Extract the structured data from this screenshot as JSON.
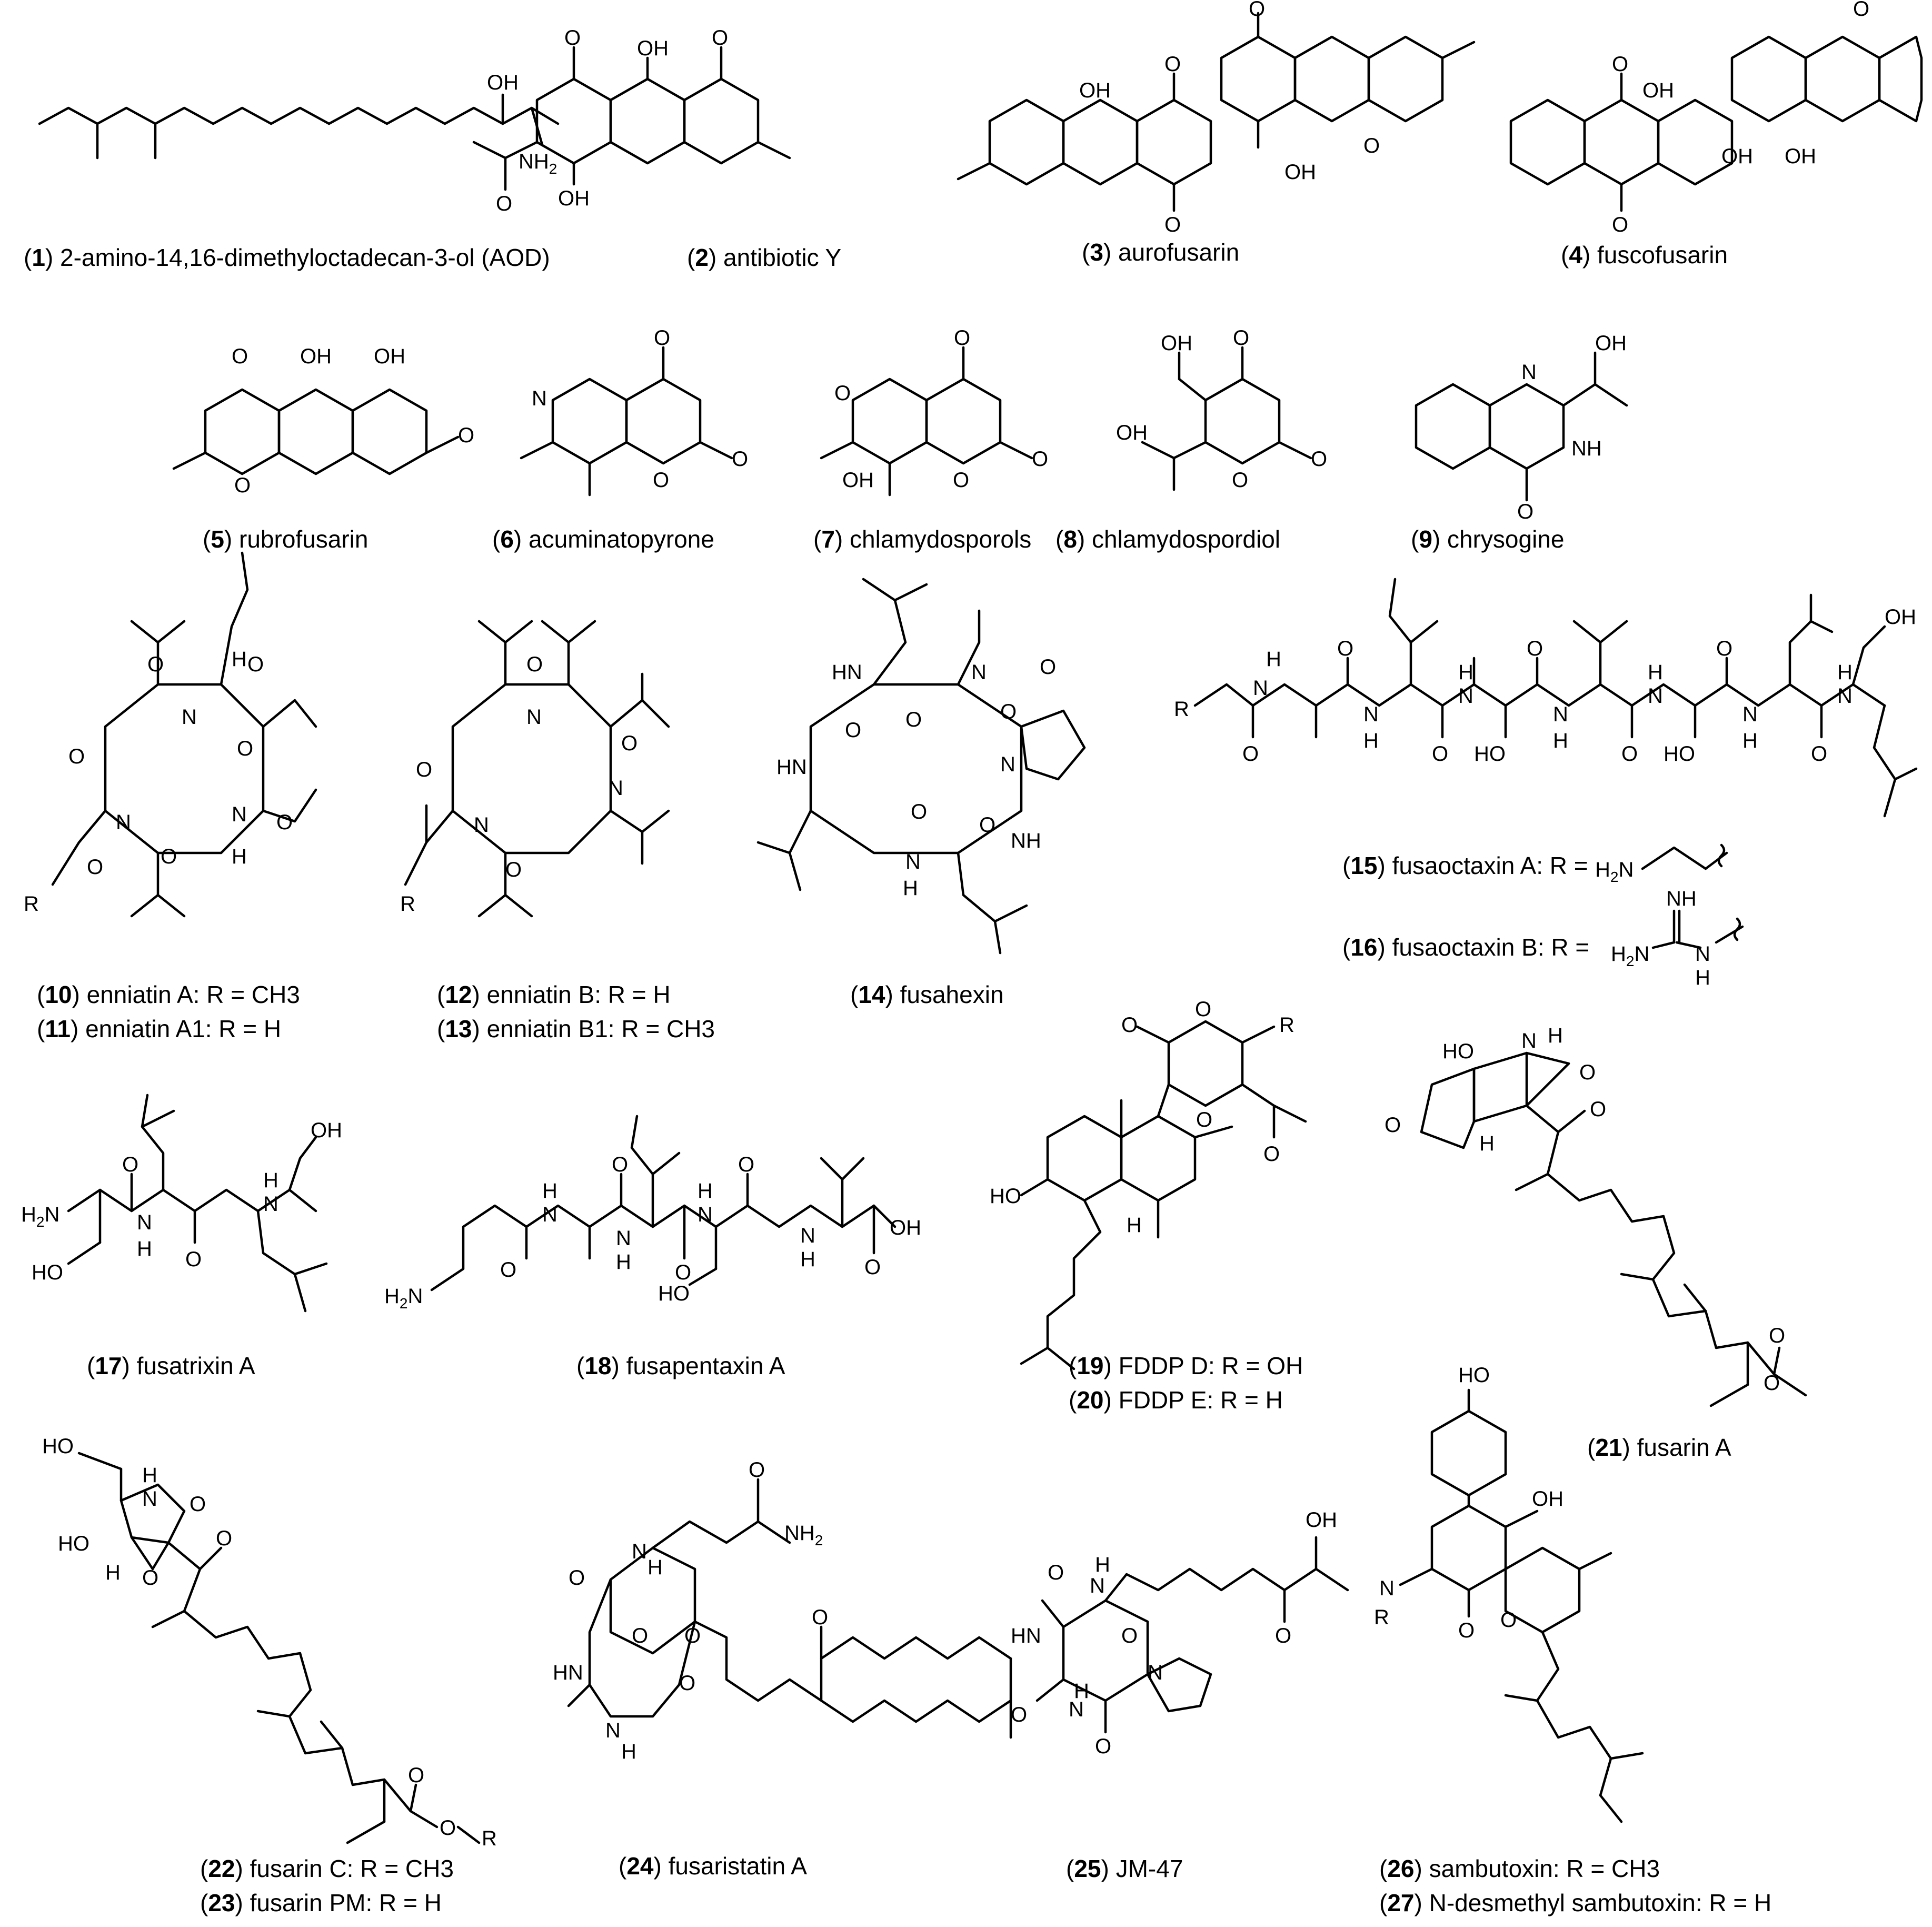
{
  "compounds": [
    {
      "num": "1",
      "prefix": ") ",
      "name": "2-amino-14,16-dimethyloctadecan-3-ol (AOD)"
    },
    {
      "num": "2",
      "prefix": ") ",
      "name": "antibiotic Y"
    },
    {
      "num": "3",
      "prefix": ") ",
      "name": "aurofusarin"
    },
    {
      "num": "4",
      "prefix": ") ",
      "name": "fuscofusarin"
    },
    {
      "num": "5",
      "prefix": ") ",
      "name": "rubrofusarin"
    },
    {
      "num": "6",
      "prefix": ") ",
      "name": "acuminatopyrone"
    },
    {
      "num": "7",
      "prefix": ") ",
      "name": "chlamydosporols"
    },
    {
      "num": "8",
      "prefix": ") ",
      "name": "chlamydospordiol"
    },
    {
      "num": "9",
      "prefix": ") ",
      "name": "chrysogine"
    },
    {
      "num": "10",
      "prefix": ") ",
      "name": "enniatin A: R = CH3"
    },
    {
      "num": "11",
      "prefix": ") ",
      "name": "enniatin A1: R = H"
    },
    {
      "num": "12",
      "prefix": ") ",
      "name": "enniatin B: R = H"
    },
    {
      "num": "13",
      "prefix": ") ",
      "name": "enniatin B1: R = CH3"
    },
    {
      "num": "14",
      "prefix": ") ",
      "name": "fusahexin"
    },
    {
      "num": "15",
      "prefix": ") ",
      "name": "fusaoctaxin A: R ="
    },
    {
      "num": "16",
      "prefix": ") ",
      "name": "fusaoctaxin B: R ="
    },
    {
      "num": "17",
      "prefix": ") ",
      "name": "fusatrixin A"
    },
    {
      "num": "18",
      "prefix": ") ",
      "name": "fusapentaxin A"
    },
    {
      "num": "19",
      "prefix": ") ",
      "name": "FDDP D: R = OH"
    },
    {
      "num": "20",
      "prefix": ") ",
      "name": "FDDP E: R = H"
    },
    {
      "num": "21",
      "prefix": ") ",
      "name": "fusarin A"
    },
    {
      "num": "22",
      "prefix": ") ",
      "name": "fusarin C: R = CH3"
    },
    {
      "num": "23",
      "prefix": ") ",
      "name": "fusarin PM: R = H"
    },
    {
      "num": "24",
      "prefix": ") ",
      "name": "fusaristatin A"
    },
    {
      "num": "25",
      "prefix": ") ",
      "name": "JM-47"
    },
    {
      "num": "26",
      "prefix": ") ",
      "name": "sambutoxin: R = CH3"
    },
    {
      "num": "27",
      "prefix": ") ",
      "name": "N-desmethyl sambutoxin: R = H"
    }
  ],
  "atoms": {
    "OH": "OH",
    "O": "O",
    "N": "N",
    "NH": "NH",
    "HN": "HN",
    "H": "H",
    "NH2": "NH",
    "H2N": "H",
    "two": "2",
    "R": "R",
    "M": "N",
    "Ho": "HO"
  }
}
